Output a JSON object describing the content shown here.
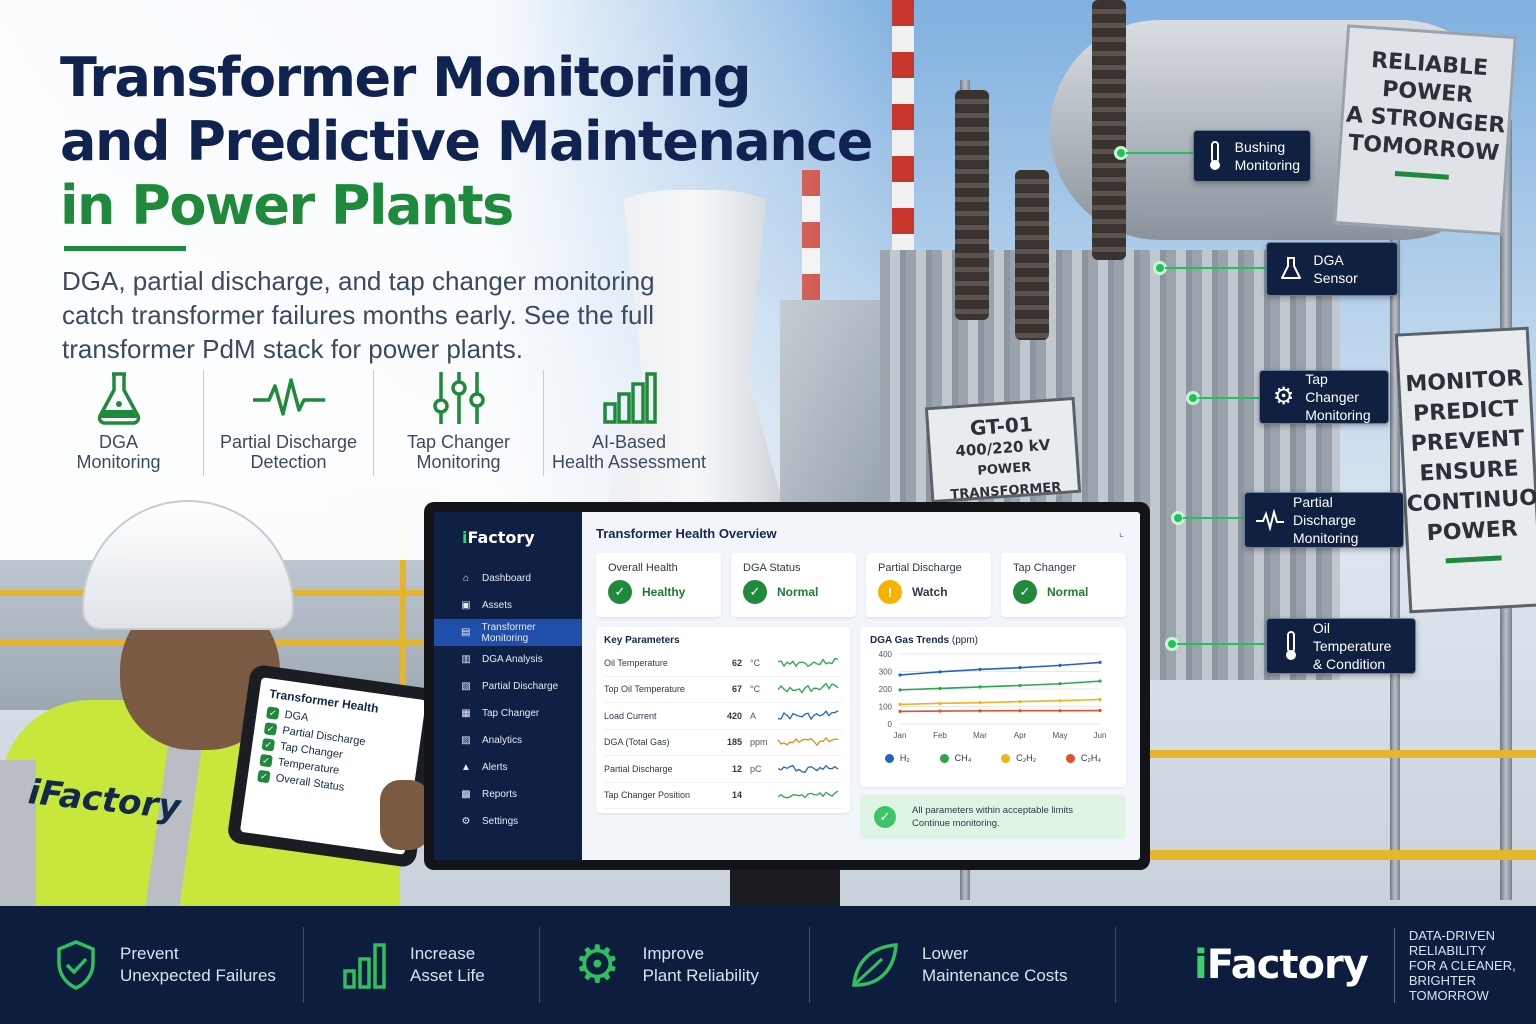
{
  "title": {
    "line1": "Transformer Monitoring",
    "line2": "and Predictive Maintenance",
    "line3": "in Power Plants"
  },
  "subtitle": "DGA, partial discharge, and tap changer monitoring catch transformer failures months early. See the full transformer PdM stack for power plants.",
  "features": [
    {
      "icon": "flask-icon",
      "line1": "DGA",
      "line2": "Monitoring"
    },
    {
      "icon": "waveform-icon",
      "line1": "Partial Discharge",
      "line2": "Detection"
    },
    {
      "icon": "sliders-icon",
      "line1": "Tap Changer",
      "line2": "Monitoring"
    },
    {
      "icon": "bar-chart-icon",
      "line1": "AI-Based",
      "line2": "Health Assessment"
    }
  ],
  "scene_signs": {
    "tank": [
      "RELIABLE",
      "POWER",
      "A STRONGER",
      "TOMORROW"
    ],
    "plate": [
      "GT-01",
      "400/220 kV",
      "POWER TRANSFORMER"
    ],
    "side": [
      "MONITOR",
      "PREDICT",
      "PREVENT",
      "ENSURE",
      "CONTINUOUS",
      "POWER"
    ]
  },
  "callouts": [
    {
      "icon": "thermometer-icon",
      "line1": "Bushing",
      "line2": "Monitoring"
    },
    {
      "icon": "flask-icon",
      "line1": "DGA Sensor",
      "line2": ""
    },
    {
      "icon": "gear-icon",
      "line1": "Tap Changer",
      "line2": "Monitoring"
    },
    {
      "icon": "waveform-icon",
      "line1": "Partial Discharge",
      "line2": "Monitoring"
    },
    {
      "icon": "thermometer-icon",
      "line1": "Oil Temperature",
      "line2": "& Condition"
    }
  ],
  "worker": {
    "vest_brand": "iFactory",
    "tablet": {
      "title": "Transformer Health",
      "items": [
        "DGA",
        "Partial Discharge",
        "Tap Changer",
        "Temperature",
        "Overall Status"
      ]
    }
  },
  "app": {
    "brand_i": "i",
    "brand_rest": "Factory",
    "nav": [
      {
        "label": "Dashboard",
        "icon": "home-icon",
        "glyph": "⌂"
      },
      {
        "label": "Assets",
        "icon": "assets-icon",
        "glyph": "▣"
      },
      {
        "label": "Transformer Monitoring",
        "icon": "transformer-icon",
        "glyph": "▤"
      },
      {
        "label": "DGA Analysis",
        "icon": "dga-icon",
        "glyph": "▥"
      },
      {
        "label": "Partial Discharge",
        "icon": "discharge-icon",
        "glyph": "▧"
      },
      {
        "label": "Tap Changer",
        "icon": "tap-icon",
        "glyph": "▦"
      },
      {
        "label": "Analytics",
        "icon": "analytics-icon",
        "glyph": "▨"
      },
      {
        "label": "Alerts",
        "icon": "alert-icon",
        "glyph": "▲"
      },
      {
        "label": "Reports",
        "icon": "report-icon",
        "glyph": "▩"
      },
      {
        "label": "Settings",
        "icon": "gear-icon",
        "glyph": "⚙"
      }
    ],
    "active_nav": "Transformer Monitoring",
    "main_title": "Transformer Health Overview",
    "cards": [
      {
        "title": "Overall Health",
        "value": "Healthy",
        "status": "ok"
      },
      {
        "title": "DGA Status",
        "value": "Normal",
        "status": "ok"
      },
      {
        "title": "Partial Discharge",
        "value": "Watch",
        "status": "warn"
      },
      {
        "title": "Tap Changer",
        "value": "Normal",
        "status": "ok"
      }
    ],
    "params_title": "Key Parameters",
    "params": [
      {
        "name": "Oil Temperature",
        "value": "62",
        "unit": "°C",
        "color": "#2aa64d"
      },
      {
        "name": "Top Oil Temperature",
        "value": "67",
        "unit": "°C",
        "color": "#2aa64d"
      },
      {
        "name": "Load Current",
        "value": "420",
        "unit": "A",
        "color": "#2563c9"
      },
      {
        "name": "DGA (Total Gas)",
        "value": "185",
        "unit": "ppm",
        "color": "#e38a1c"
      },
      {
        "name": "Partial Discharge",
        "value": "12",
        "unit": "pC",
        "color": "#2563c9"
      },
      {
        "name": "Tap Changer Position",
        "value": "14",
        "unit": "",
        "color": "#2aa64d"
      }
    ],
    "ok_banner": {
      "line1": "All parameters within acceptable limits",
      "line2": "Continue monitoring."
    }
  },
  "chart_data": {
    "type": "line",
    "title": "DGA Gas Trends",
    "unit_label": "(ppm)",
    "x": [
      "Jan",
      "Feb",
      "Mar",
      "Apr",
      "May",
      "Jun"
    ],
    "ylim": [
      0,
      400
    ],
    "yticks": [
      0,
      100,
      200,
      300,
      400
    ],
    "series": [
      {
        "name": "H₂",
        "color": "#2563c9",
        "values": [
          280,
          298,
          312,
          322,
          335,
          352
        ]
      },
      {
        "name": "CH₄",
        "color": "#2aa64d",
        "values": [
          195,
          203,
          212,
          220,
          230,
          245
        ]
      },
      {
        "name": "C₂H₂",
        "color": "#f2b21a",
        "values": [
          112,
          118,
          122,
          128,
          133,
          140
        ]
      },
      {
        "name": "C₂H₄",
        "color": "#e2502c",
        "values": [
          72,
          74,
          75,
          76,
          76,
          77
        ]
      }
    ]
  },
  "bottom": {
    "benefits": [
      {
        "icon": "shield-check-icon",
        "line1": "Prevent",
        "line2": "Unexpected Failures"
      },
      {
        "icon": "bar-chart-icon",
        "line1": "Increase",
        "line2": "Asset Life"
      },
      {
        "icon": "gear-icon",
        "line1": "Improve",
        "line2": "Plant Reliability"
      },
      {
        "icon": "leaf-icon",
        "line1": "Lower",
        "line2": "Maintenance Costs"
      }
    ],
    "brand_i": "i",
    "brand_rest": "Factory",
    "tagline": [
      "Data-Driven",
      "Reliability",
      "for a Cleaner,",
      "Brighter Tomorrow"
    ]
  },
  "colors": {
    "navy": "#10224f",
    "green": "#1f8a3b",
    "accent_green": "#21c25b",
    "bar_bg": "#0c1d3d"
  }
}
